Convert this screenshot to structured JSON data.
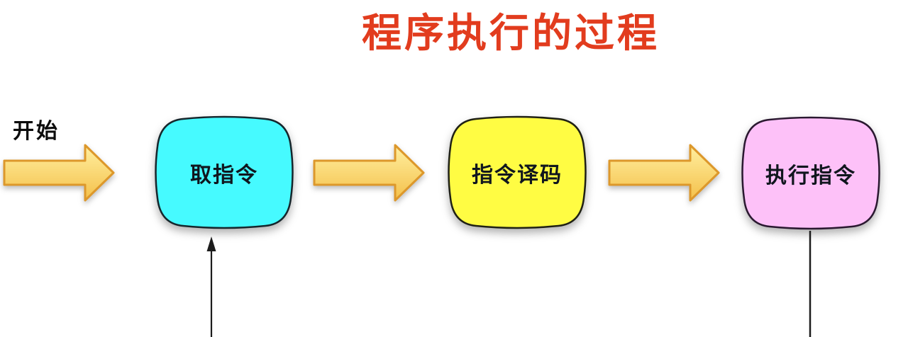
{
  "diagram": {
    "title": "程序执行的过程",
    "title_color": "#E23C1E",
    "start_label": "开始",
    "nodes": [
      {
        "label": "取指令",
        "fill": "#46FAFF",
        "stroke": "#15262C"
      },
      {
        "label": "指令译码",
        "fill": "#FFFC43",
        "stroke": "#1F2014"
      },
      {
        "label": "执行指令",
        "fill": "#FDC1F8",
        "stroke": "#2A1830"
      }
    ],
    "flow_arrow": {
      "fill_top": "#FFEFA0",
      "fill_bottom": "#F4C04A",
      "stroke": "#DD982B"
    },
    "connector_color": "#1C1C1C"
  }
}
